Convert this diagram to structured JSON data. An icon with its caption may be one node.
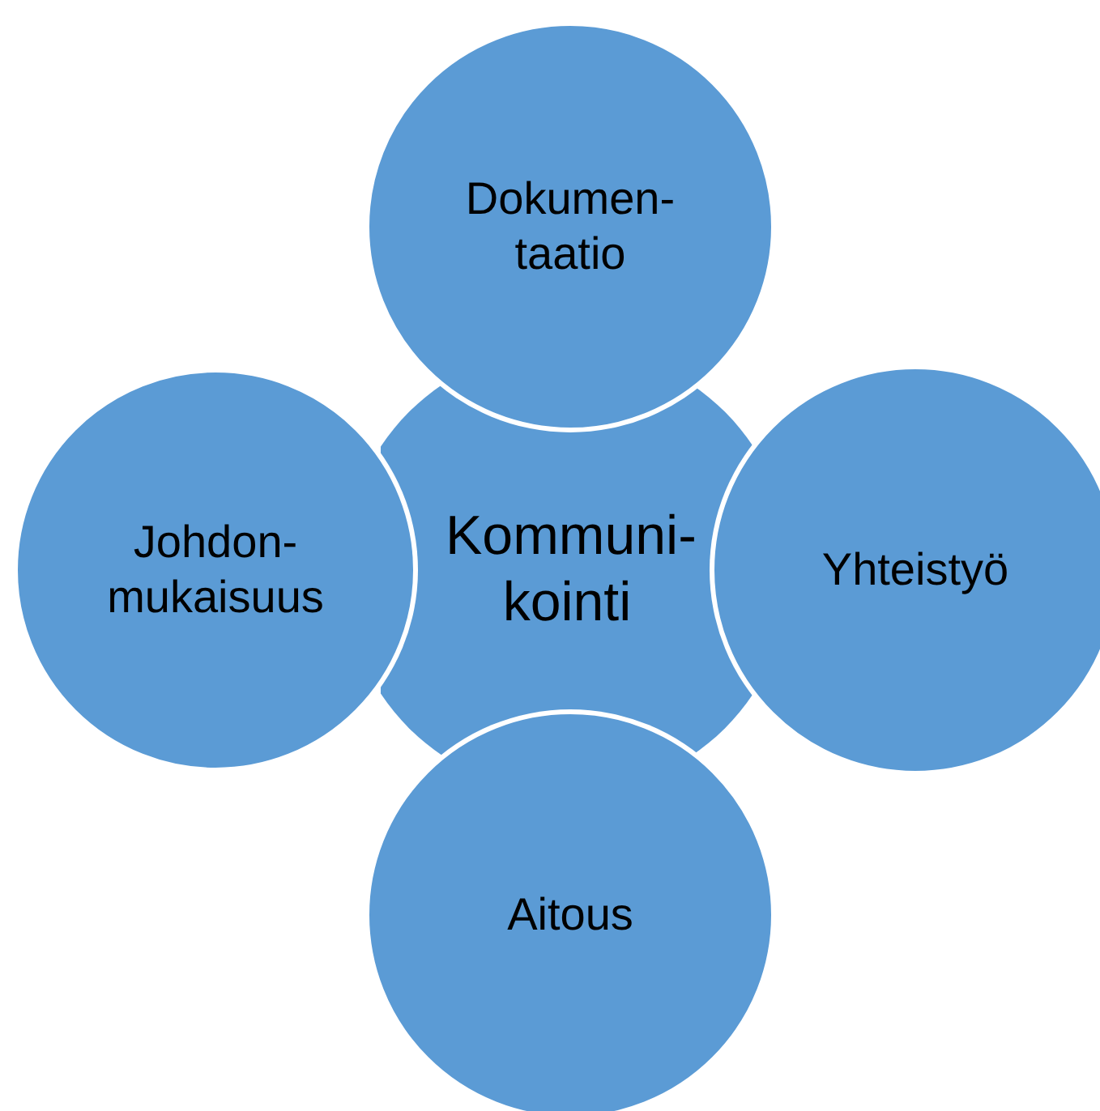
{
  "diagram": {
    "nodes": [
      {
        "text": [
          "Kommuni- kointi"
        ]
      },
      {
        "text": [
          "Dokumen- taatio"
        ]
      },
      {
        "text": [
          "Johdon- mukaisuus"
        ]
      },
      {
        "text": [
          "Yhteistyö"
        ]
      },
      {
        "text": [
          "Aitous"
        ]
      }
    ]
  }
}
